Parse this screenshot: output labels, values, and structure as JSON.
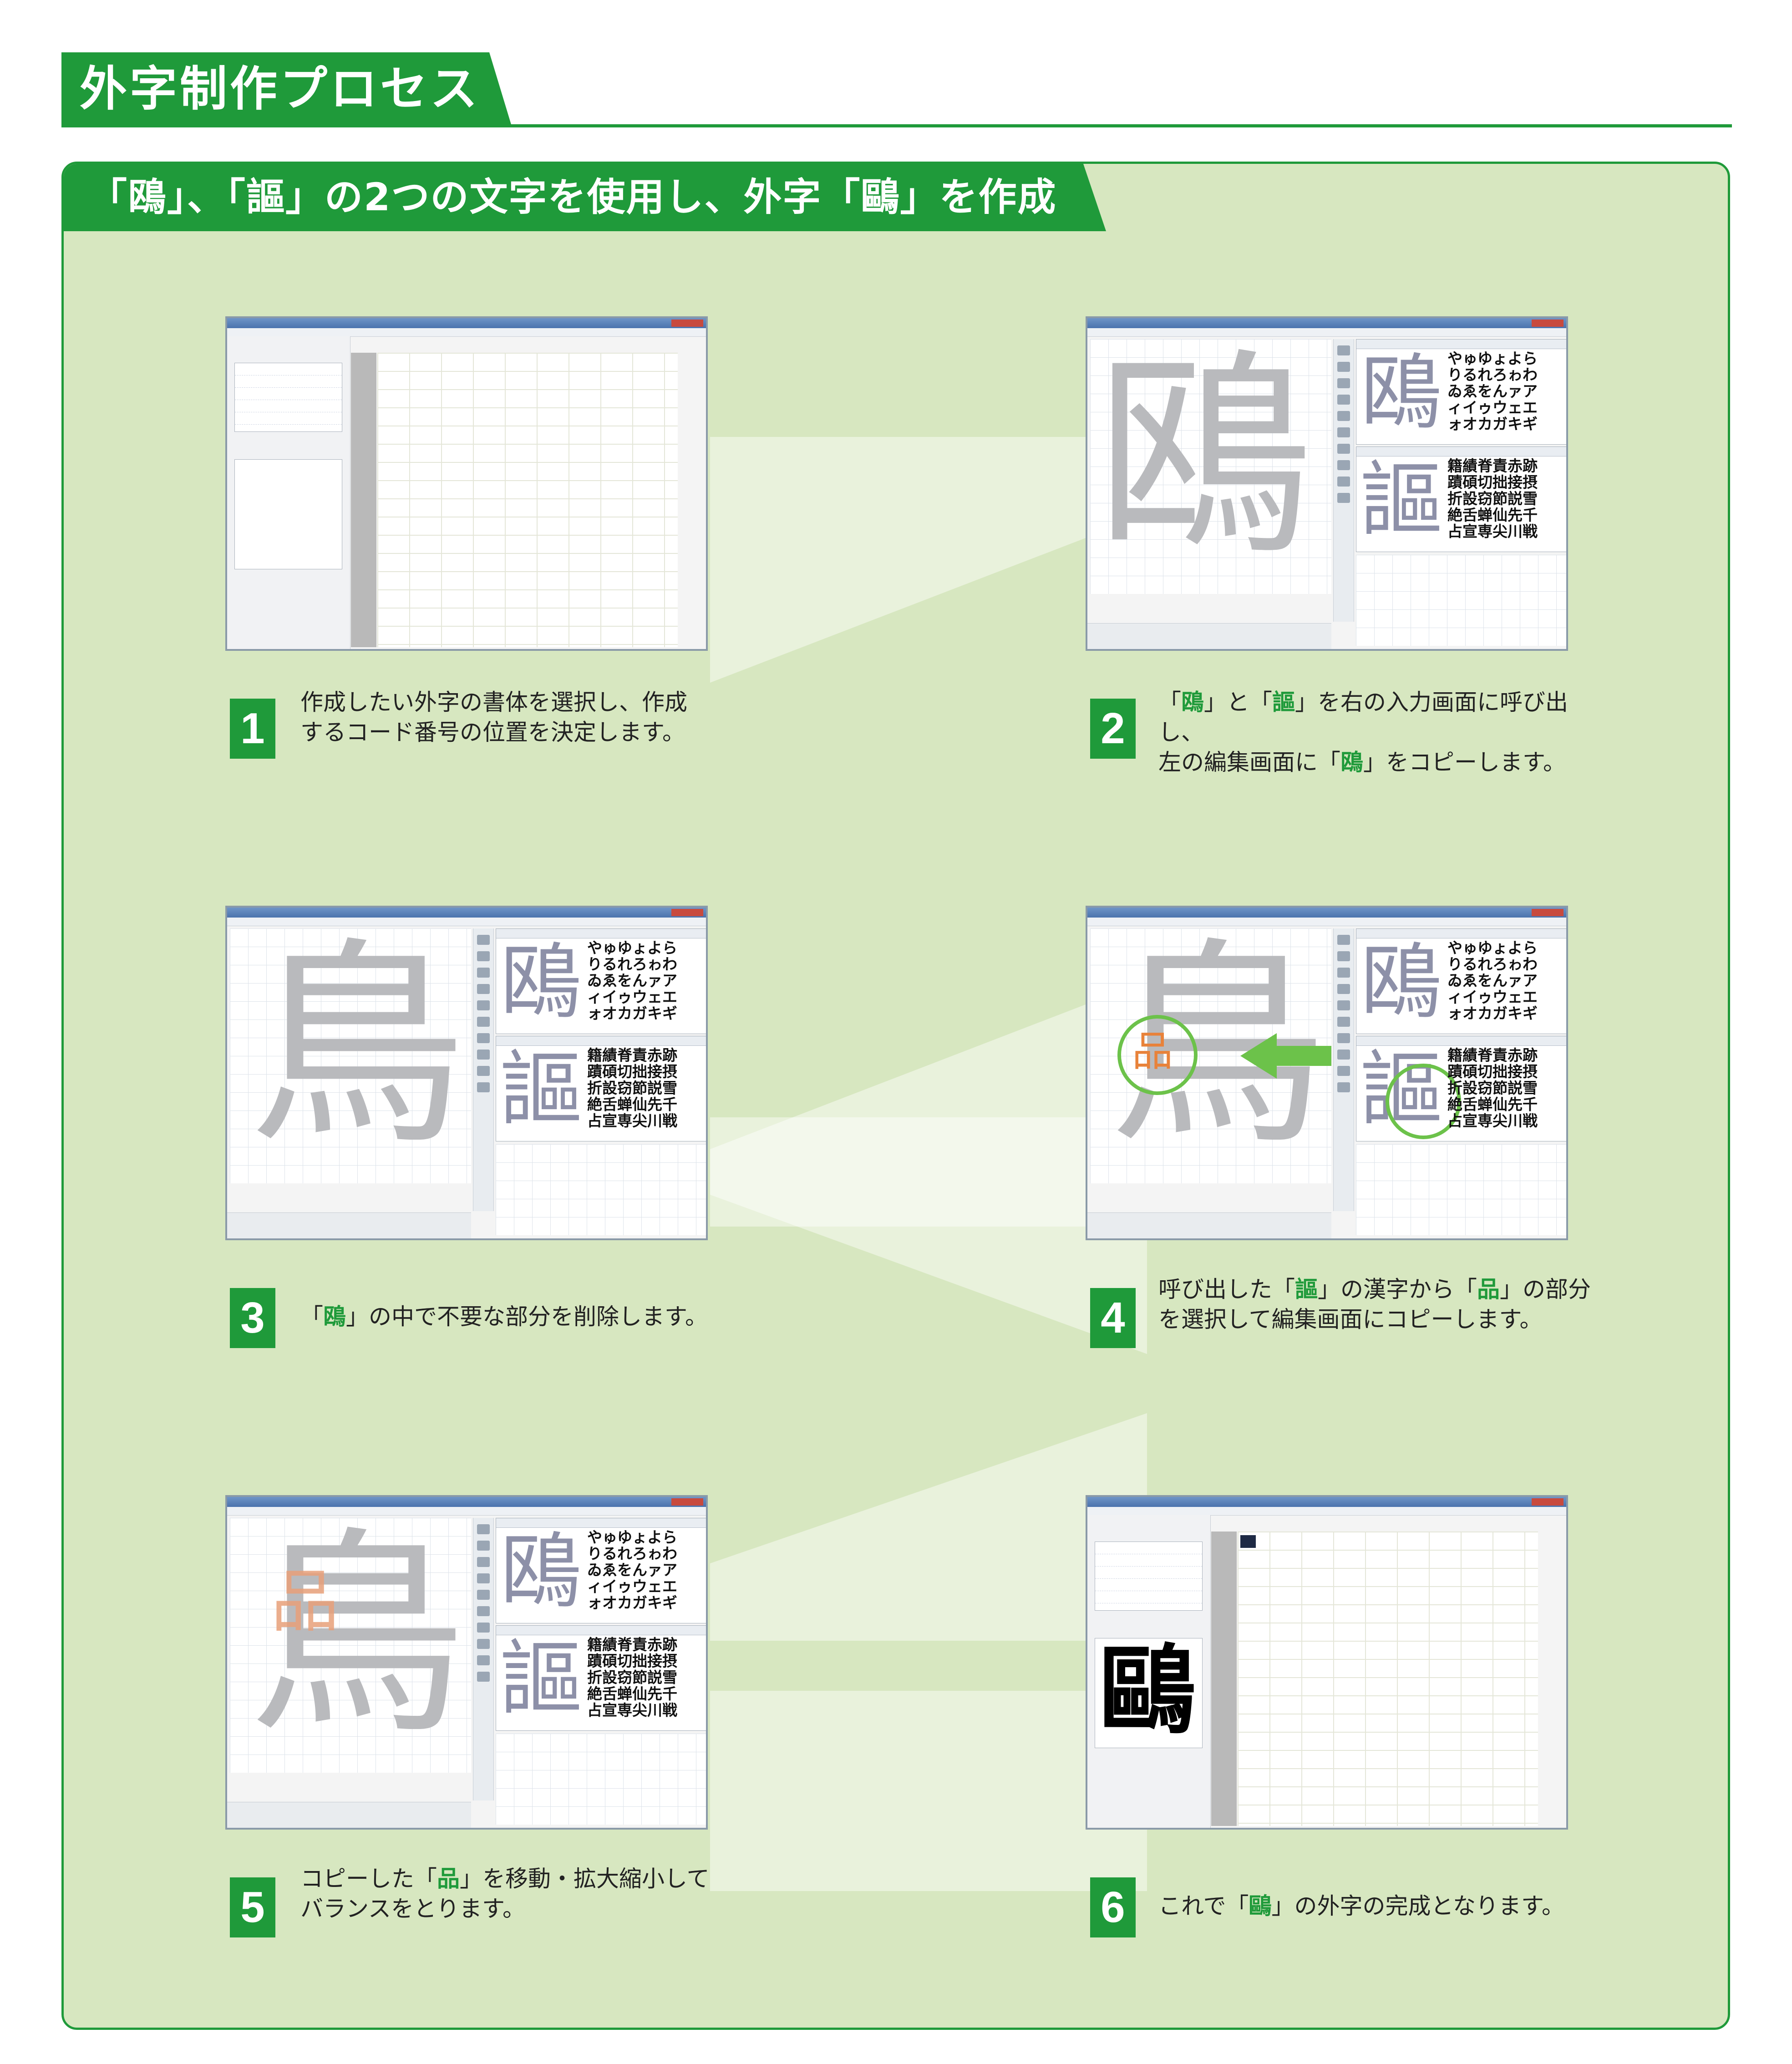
{
  "header": {
    "title": "外字制作プロセス"
  },
  "subheader": {
    "title": "「鴎」、「謳」の2つの文字を使用し、外字「鷗」を作成"
  },
  "screenshot_glyphs": {
    "kana_rows": [
      "やゅゆょよら",
      "りるれろゎわ",
      "ゐゑをんァア",
      "ィイゥウェエ",
      "ォオカガキギ"
    ],
    "kanji_rows": [
      "籍績脊責赤跡",
      "蹟碩切拙接摂",
      "折設窃節説雪",
      "絶舌蝉仙先千",
      "占宣専尖川戦"
    ],
    "glyph_ou": "鴎",
    "glyph_ou2": "謳",
    "glyph_bird_part": "鳥",
    "glyph_hin": "品",
    "glyph_final": "鷗"
  },
  "steps": [
    {
      "number": "1",
      "line1": "作成したい外字の書体を選択し、作成",
      "line2": "するコード番号の位置を決定します。"
    },
    {
      "number": "2",
      "l1a": "「",
      "l1b": "鴎",
      "l1c": "」と「",
      "l1d": "謳",
      "l1e": "」を右の入力画面に呼び出し、",
      "l2a": "左の編集画面に「",
      "l2b": "鴎",
      "l2c": "」をコピーします。"
    },
    {
      "number": "3",
      "l1a": "「",
      "l1b": "鴎",
      "l1c": "」の中で不要な部分を削除します。"
    },
    {
      "number": "4",
      "l1a": "呼び出した「",
      "l1b": "謳",
      "l1c": "」の漢字から「",
      "l1d": "品",
      "l1e": "」の部分",
      "l2": "を選択して編集画面にコピーします。"
    },
    {
      "number": "5",
      "l1a": "コピーした「",
      "l1b": "品",
      "l1c": "」を移動・拡大縮小して",
      "l2": "バランスをとります。"
    },
    {
      "number": "6",
      "l1a": "これで「",
      "l1b": "鷗",
      "l1c": "」の外字の完成となります。"
    }
  ],
  "colors": {
    "brand_green": "#1f9a3a",
    "panel_bg": "#d7e7c0",
    "highlight_orange": "#e8823a"
  }
}
